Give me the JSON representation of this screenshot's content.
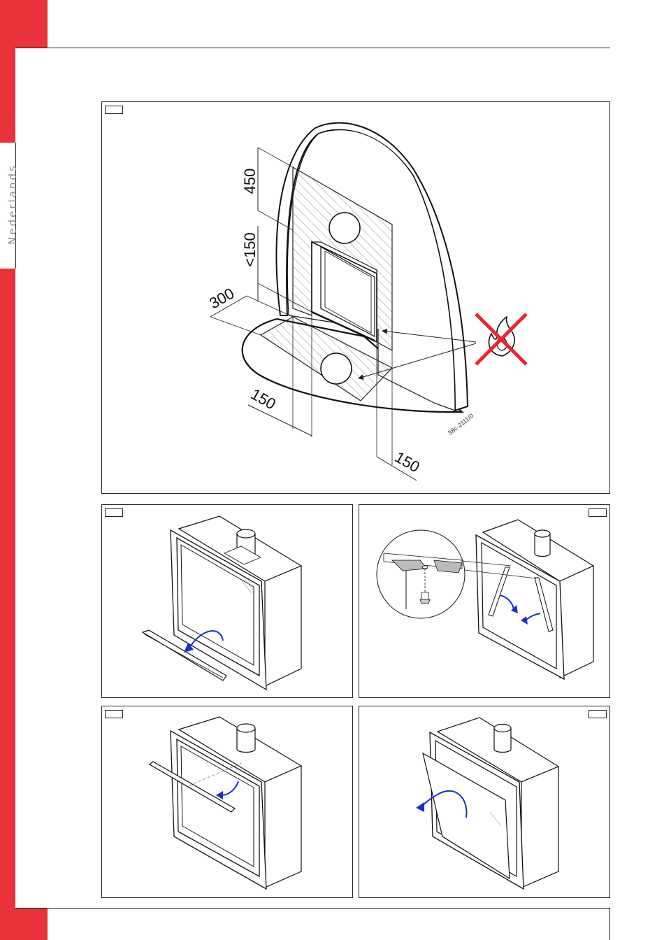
{
  "sidebar": {
    "language": "Nederlands"
  },
  "colors": {
    "brand_red": "#ea323a",
    "arrow_blue": "#1a2fd0",
    "cross_red": "#e8262c"
  },
  "figure_main": {
    "dimensions": {
      "d450": "450",
      "d150_top": "<150",
      "d300": "300",
      "d150_left": "150",
      "d150_right": "150"
    },
    "drawing_code": "38c-2111/0",
    "symbols": [
      "no-flame-icon"
    ]
  },
  "figure_steps": [
    {
      "id": "step-remove-bottom-strip"
    },
    {
      "id": "step-loosen-side-brackets"
    },
    {
      "id": "step-remove-top-strip"
    },
    {
      "id": "step-remove-glass-pane"
    }
  ]
}
